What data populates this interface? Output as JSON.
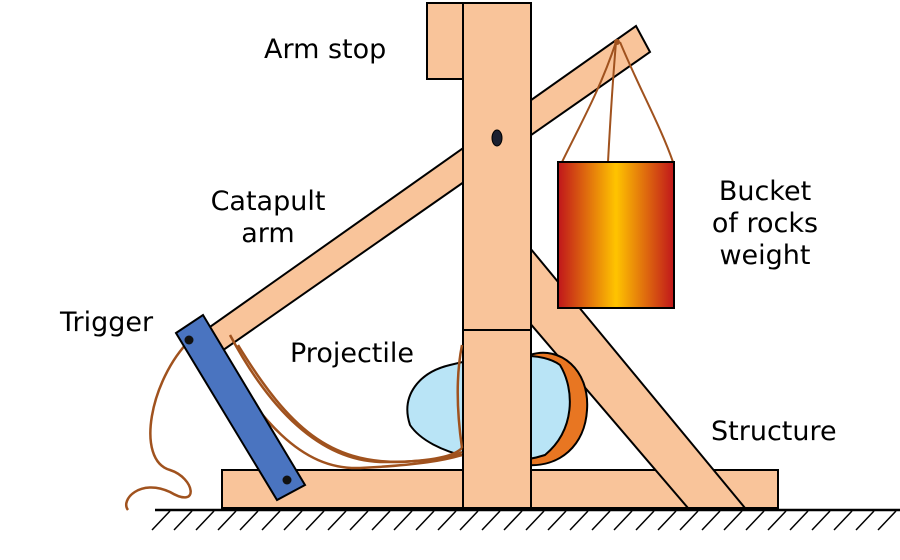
{
  "labels": {
    "arm_stop": "Arm stop",
    "catapult_arm_line1": "Catapult",
    "catapult_arm_line2": "arm",
    "bucket_line1": "Bucket",
    "bucket_line2": "of rocks",
    "bucket_line3": "weight",
    "trigger": "Trigger",
    "projectile": "Projectile",
    "structure": "Structure"
  },
  "colors": {
    "wood": "#f9c49a",
    "trigger": "#4a74c0",
    "rope": "#a0521e",
    "projectile": "#b9e4f6",
    "projectile_back": "#e87622",
    "bucket_dark": "#c0161b",
    "bucket_light": "#ffc400"
  }
}
